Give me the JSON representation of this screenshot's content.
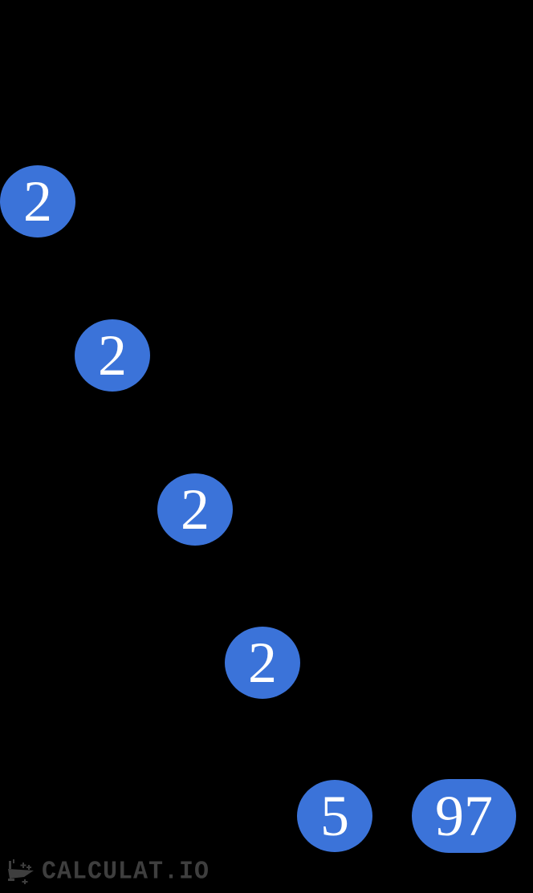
{
  "page": {
    "background_color": "#000000",
    "kind": "prime-factor-tree-image"
  },
  "tree": {
    "node_fill_color": "#3b73d9",
    "node_text_color": "#ffffff",
    "nodes": [
      {
        "value": "2"
      },
      {
        "value": "2"
      },
      {
        "value": "2"
      },
      {
        "value": "2"
      },
      {
        "value": "5"
      },
      {
        "value": "97"
      }
    ]
  },
  "footer": {
    "logo_icon": "rocket-icon",
    "logo_text": "CALCULAT.IO",
    "logo_color": "#3e3e3e"
  }
}
